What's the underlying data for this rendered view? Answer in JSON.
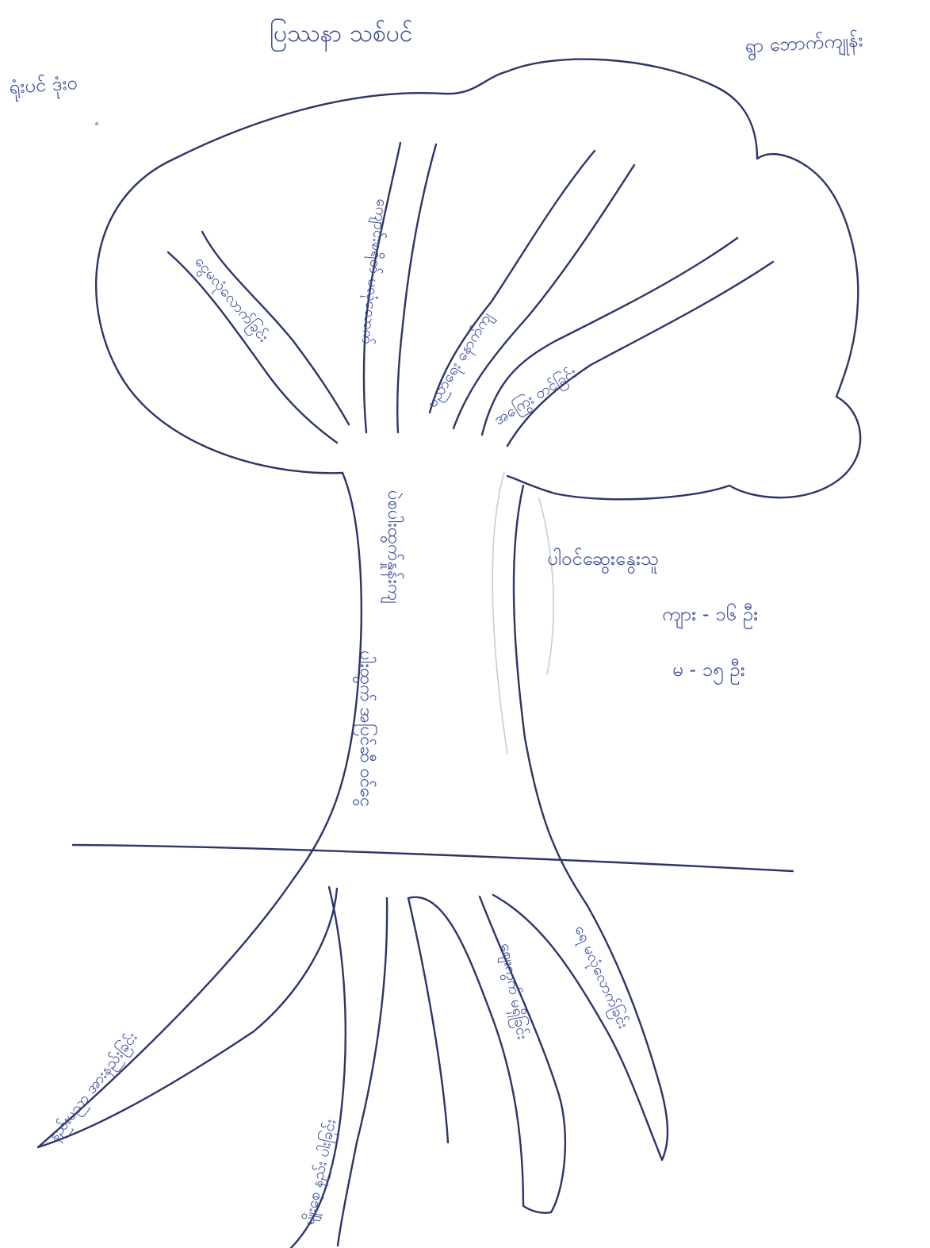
{
  "page": {
    "title": "ပြဿနာ သစ်ပင်",
    "top_left": "ရုံးပင် ဒုံးဝ",
    "top_right": "ရွာ ဘောက်ကျုန်း"
  },
  "trunk": {
    "problem_line_1": "ပဲစပါးထွက်နှုန်းကျ",
    "problem_line_2": "ပါးထွက် အပြင်ဆီ ဝင်ငွေ"
  },
  "branches": [
    {
      "label": "ငွေမလုံလောက်ခြင်း"
    },
    {
      "label": "ကျောင်းစရိတ် မလုံလောက်"
    },
    {
      "label": "ပညာရေး နောက်ကျ"
    },
    {
      "label": "အကြွေး တင်ခြင်း"
    }
  ],
  "roots": [
    {
      "label": "နည်းပညာ အားနည်းခြင်း"
    },
    {
      "label": "မျိုးစေ့ နည်း ပါးခြင်း"
    },
    {
      "label": "ဈေးကွက် မရှိခြင်း"
    },
    {
      "label": "ရေ မလုံလောက်ခြင်း"
    }
  ],
  "participants": {
    "title": "ပါဝင်ဆွေးနွေးသူ",
    "male": "ကျား - ၁၆ ဦး",
    "female": "မ - ၁၅ ဦး"
  }
}
